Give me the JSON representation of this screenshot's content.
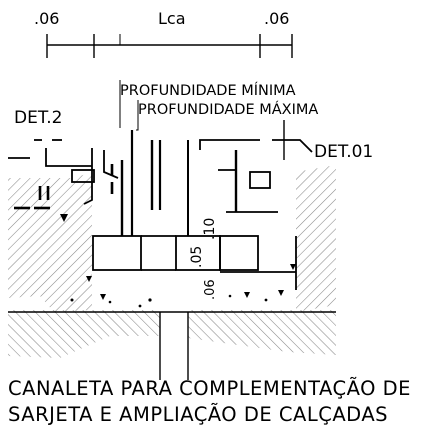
{
  "dimensions": {
    "left_dim": ".06",
    "center_label": "Lca",
    "right_dim": ".06",
    "height_label": ".10",
    "cut_dim": ".05",
    "bottom_dim": ".06"
  },
  "depth_labels": {
    "min": "PROFUNDIDADE  MÍNIMA",
    "max": "PROFUNDIDADE  MÁXIMA"
  },
  "details": {
    "left": "DET.2",
    "right": "DET.01"
  },
  "caption": {
    "line1": "CANALETA  PARA  COMPLEMENTAÇÃO  DE",
    "line2": "SARJETA  E  AMPLIAÇÃO  DE  CALÇADAS"
  }
}
